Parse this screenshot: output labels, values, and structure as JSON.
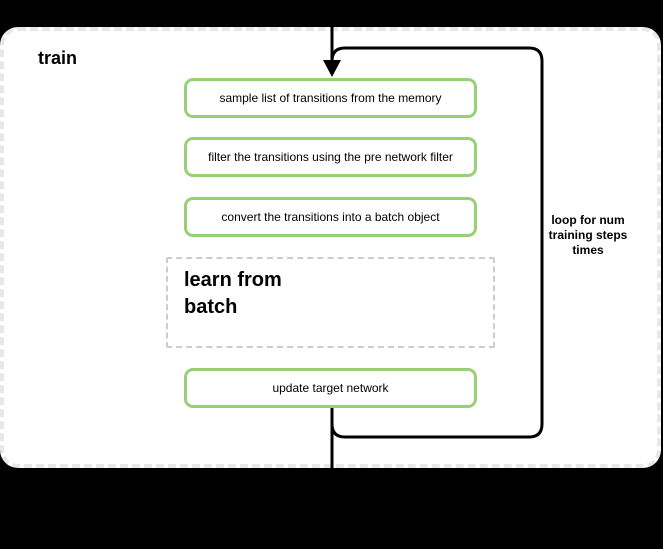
{
  "container": {
    "title": "train"
  },
  "steps": [
    "sample list of transitions from the memory",
    "filter the transitions using the pre network filter",
    "convert the transitions into a batch object"
  ],
  "group_box": {
    "label": "learn from\nbatch"
  },
  "final_step": "update target network",
  "loop": {
    "label": "loop for num\ntraining steps\ntimes"
  },
  "colors": {
    "background": "#000000",
    "surface": "#ffffff",
    "container_border": "#e8e8e8",
    "step_border": "#97d077",
    "group_border": "#cccccc",
    "flow_line": "#000000"
  }
}
